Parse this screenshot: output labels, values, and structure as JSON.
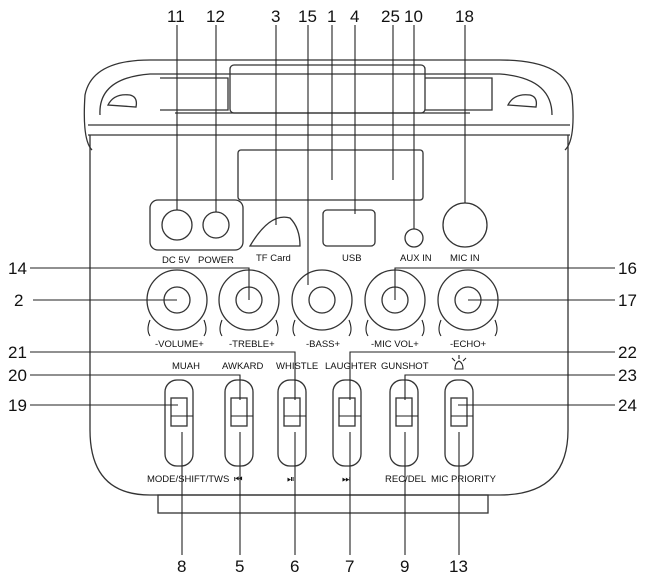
{
  "callouts": {
    "n1": "1",
    "n2": "2",
    "n3": "3",
    "n4": "4",
    "n5": "5",
    "n6": "6",
    "n7": "7",
    "n8": "8",
    "n9": "9",
    "n10": "10",
    "n11": "11",
    "n12": "12",
    "n13": "13",
    "n14": "14",
    "n15": "15",
    "n16": "16",
    "n17": "17",
    "n18": "18",
    "n19": "19",
    "n20": "20",
    "n21": "21",
    "n22": "22",
    "n23": "23",
    "n24": "24",
    "n25": "25"
  },
  "ports": {
    "dc": "DC 5V",
    "power": "POWER",
    "tf": "TF Card",
    "usb": "USB",
    "aux": "AUX IN",
    "mic": "MIC IN"
  },
  "knobs": {
    "volume": "-VOLUME+",
    "treble": "-TREBLE+",
    "bass": "-BASS+",
    "micvol": "-MIC VOL+",
    "echo": "-ECHO+"
  },
  "sliders_top": {
    "muah": "MUAH",
    "awkard": "AWKARD",
    "whistle": "WHISTLE",
    "laughter": "LAUGHTER",
    "gunshot": "GUNSHOT",
    "bulb": "light-bulb-icon"
  },
  "sliders_bottom": {
    "mode": "MODE/SHIFT/TWS",
    "prev": "⏮",
    "play": "⏯",
    "next": "⏭",
    "rec": "REC/DEL",
    "micprio": "MIC PRIORITY"
  }
}
